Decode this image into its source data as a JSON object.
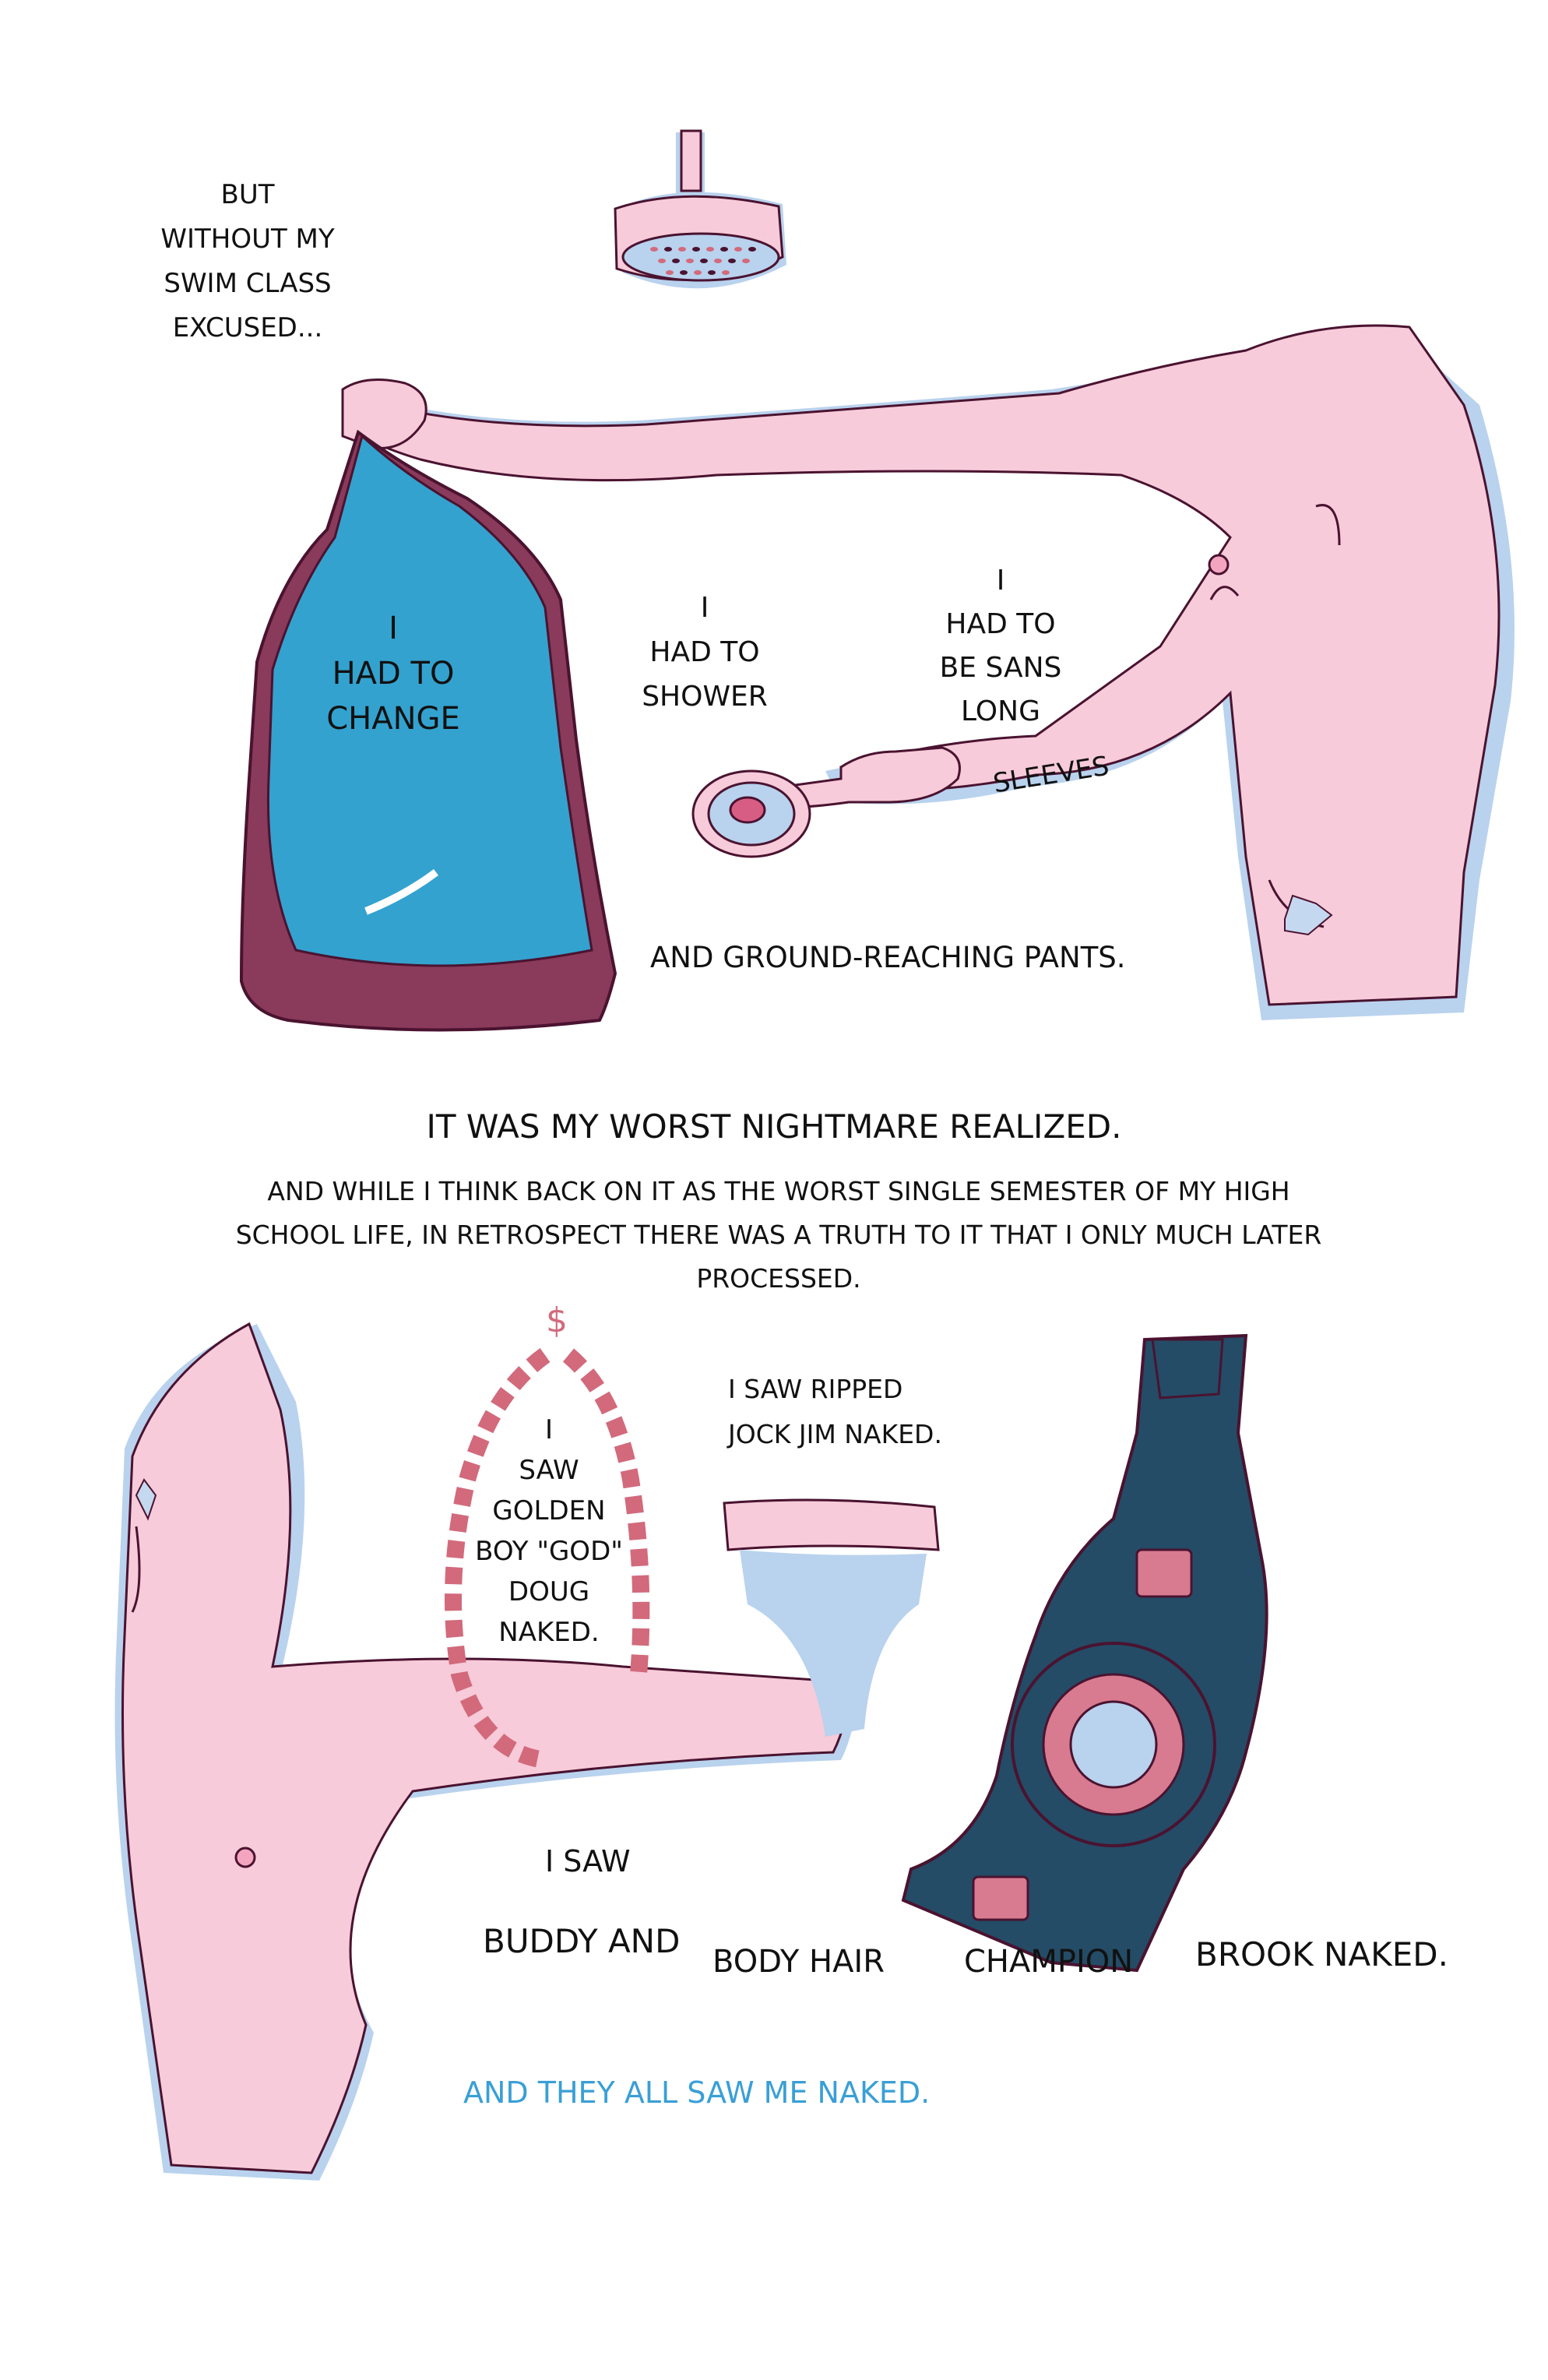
{
  "palette": {
    "skin": "#f7cbd9",
    "shadow": "#b9d2ee",
    "ink": "#4a1330",
    "hoodie": "#33a2cf",
    "hoodie_dark": "#8a3a5a",
    "belt": "#244c66",
    "chain": "#d26a7c",
    "accent": "#3a9fd6",
    "text": "#111111"
  },
  "icons": {
    "shower_head": "shower-head-icon",
    "hoodie": "hoodie-icon",
    "shower_button": "shower-button-icon",
    "chain": "chain-necklace-icon",
    "jockstrap": "jockstrap-icon",
    "belt": "championship-belt-icon"
  },
  "panel1": {
    "caption": "BUT\nWITHOUT MY\nSWIM CLASS\nEXCUSED...",
    "hoodie_text": "I\nHAD TO\nCHANGE",
    "shower_text": "I\nHAD TO\nSHOWER",
    "sleeves_text": "I\nHAD TO\nBE SANS\nLONG",
    "sleeves_word": "SLEEVES",
    "pants_text": "AND GROUND-REACHING PANTS."
  },
  "narration": {
    "line1": "IT WAS MY WORST NIGHTMARE REALIZED.",
    "line2": "AND WHILE I THINK BACK ON IT AS THE WORST SINGLE SEMESTER OF MY HIGH\nSCHOOL LIFE, IN RETROSPECT THERE WAS A TRUTH TO IT THAT I ONLY MUCH LATER\nPROCESSED."
  },
  "panel2": {
    "doug_text": "I\nSAW\nGOLDEN\nBOY \"GOD\"\nDOUG\nNAKED.",
    "jim_text": "I SAW RIPPED\nJOCK JIM NAKED.",
    "i_saw": "I SAW",
    "buddy": "BUDDY AND",
    "body_hair": "BODY HAIR",
    "champion": "CHAMPION",
    "brook": "BROOK NAKED.",
    "final": "AND THEY ALL SAW ME NAKED."
  }
}
